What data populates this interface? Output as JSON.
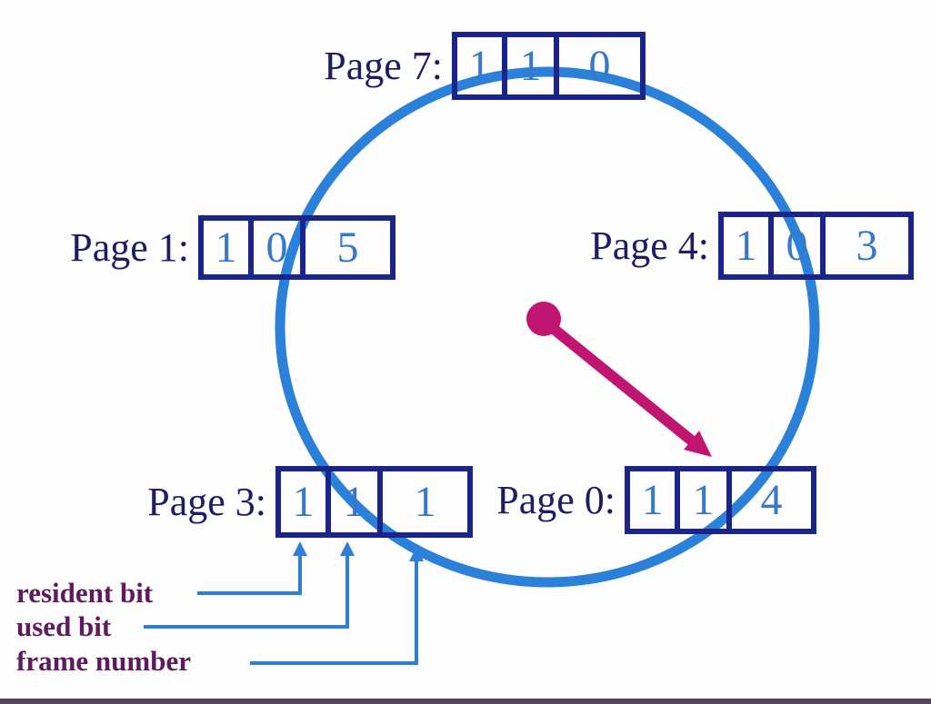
{
  "diagram": "clock page replacement algorithm",
  "pages": [
    {
      "id": "page7",
      "label": "Page 7:",
      "cells": [
        "1",
        "1",
        "0"
      ]
    },
    {
      "id": "page1",
      "label": "Page 1:",
      "cells": [
        "1",
        "0",
        "5"
      ]
    },
    {
      "id": "page4",
      "label": "Page 4:",
      "cells": [
        "1",
        "0",
        "3"
      ]
    },
    {
      "id": "page3",
      "label": "Page 3:",
      "cells": [
        "1",
        "1",
        "1"
      ]
    },
    {
      "id": "page0",
      "label": "Page 0:",
      "cells": [
        "1",
        "1",
        "4"
      ]
    }
  ],
  "legend": {
    "resident_bit": "resident bit",
    "used_bit": "used bit",
    "frame_number": "frame number"
  },
  "colors": {
    "circle": "#2b80da",
    "box_border": "#1b2489",
    "label_text": "#1d1d66",
    "digit_text": "#3878c8",
    "pointer": "#c11572",
    "legend_text": "#5e1a5e",
    "connector": "#2f7fd6"
  }
}
